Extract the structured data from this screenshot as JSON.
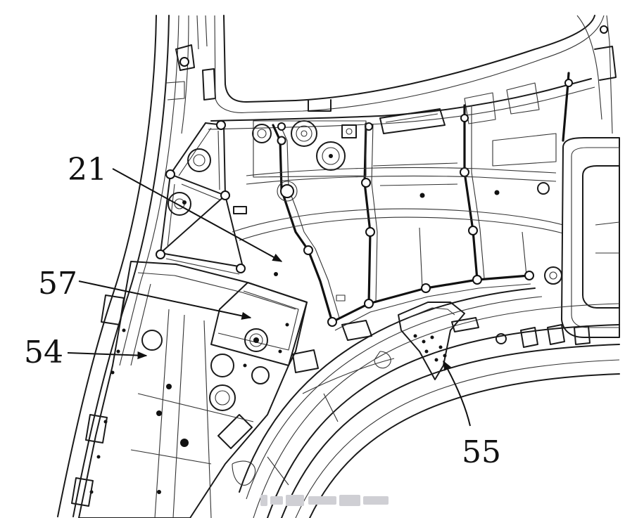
{
  "labels": [
    {
      "id": "21",
      "text": "21"
    },
    {
      "id": "57",
      "text": "57"
    },
    {
      "id": "54",
      "text": "54"
    },
    {
      "id": "55",
      "text": "55"
    }
  ]
}
